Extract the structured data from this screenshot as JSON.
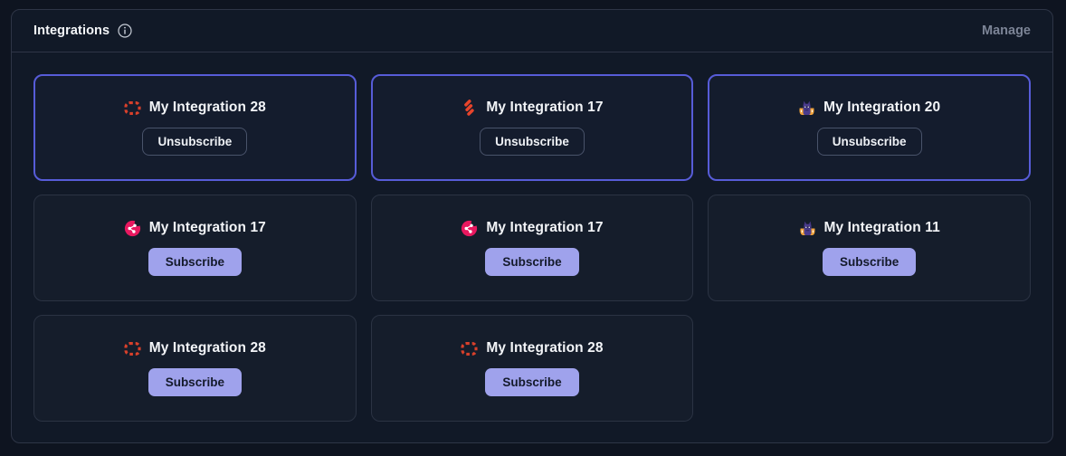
{
  "panel": {
    "title": "Integrations",
    "manage_label": "Manage"
  },
  "icons": {
    "header_info": "info-icon",
    "legend": {
      "red-brick-frame-icon": "red segmented rounded frame",
      "red-slashes-icon": "three red diagonal slashes",
      "purple-mascot-icon": "purple creature with orange wings",
      "pink-share-icon": "pink circle with white share nodes"
    }
  },
  "buttons": {
    "subscribe_label": "Subscribe",
    "unsubscribe_label": "Unsubscribe"
  },
  "colors": {
    "page_background": "#0e1420",
    "panel_background": "#111927",
    "card_background": "#151d2b",
    "card_border": "#2b3343",
    "subscribed_card_border": "#575cd8",
    "subscribe_button": "#9fa2ec",
    "title_text": "#f3f5f8",
    "manage_text": "#7c8496",
    "icon_red": "#d8402b",
    "icon_pink": "#e8185f",
    "icon_purple": "#4a3c8e"
  },
  "cards": [
    {
      "title": "My Integration 28",
      "icon": "red-brick-frame-icon",
      "action": "Unsubscribe",
      "subscribed": true
    },
    {
      "title": "My Integration 17",
      "icon": "red-slashes-icon",
      "action": "Unsubscribe",
      "subscribed": true
    },
    {
      "title": "My Integration 20",
      "icon": "purple-mascot-icon",
      "action": "Unsubscribe",
      "subscribed": true
    },
    {
      "title": "My Integration 17",
      "icon": "pink-share-icon",
      "action": "Subscribe",
      "subscribed": false
    },
    {
      "title": "My Integration 17",
      "icon": "pink-share-icon",
      "action": "Subscribe",
      "subscribed": false
    },
    {
      "title": "My Integration 11",
      "icon": "purple-mascot-icon",
      "action": "Subscribe",
      "subscribed": false
    },
    {
      "title": "My Integration 28",
      "icon": "red-brick-frame-icon",
      "action": "Subscribe",
      "subscribed": false
    },
    {
      "title": "My Integration 28",
      "icon": "red-brick-frame-icon",
      "action": "Subscribe",
      "subscribed": false
    }
  ]
}
